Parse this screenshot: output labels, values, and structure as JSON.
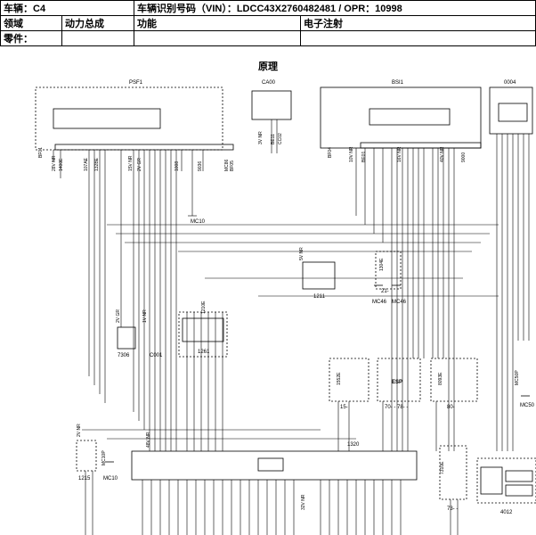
{
  "header": {
    "vehicle_label": "车辆：C4",
    "vin_label": "车辆识别号码（VIN）：LDCC43X2760482481 / OPR：10998",
    "domain_label": "领域",
    "domain_value": "动力总成",
    "function_label": "功能",
    "function_value": "电子注射",
    "parts_label": "零件："
  },
  "diagram": {
    "title": "原理",
    "components": {
      "psf1": "PSF1",
      "ca00": "CA00",
      "bsi1": "BSI1",
      "c0004": "0004",
      "c1211": "1211",
      "c7306": "7306",
      "c0001": "C001",
      "c1261": "1261",
      "c1215": "1215",
      "c1320": "1320",
      "c4012": "4012",
      "g21": "21-",
      "g15": "15-",
      "g70": "70- - 78- -",
      "g80": "80-",
      "g73": "73- -"
    },
    "grounds": {
      "mc10a": "MC10",
      "mc10b": "MC10",
      "mc46a": "MC46",
      "mc46b": "MC46",
      "mc50": "MC50"
    },
    "badges": {
      "esp": "ESP"
    },
    "wire_labels": {
      "w1": "BF01",
      "w2": "28V NR",
      "w3": "1400E",
      "w4": "107AE",
      "w5": "132BE",
      "w6": "15V NR",
      "w7": "2V GR",
      "w8": "1008",
      "w9": "9036",
      "w10": "CC02",
      "w11": "BE11",
      "w12": "3V NR",
      "w13": "BF04",
      "w14": "10V NR",
      "w15": "BE01",
      "w16": "16V NR",
      "w17": "40V NR",
      "w18": "9000",
      "w19": "5V NR",
      "w20": "2V GR",
      "w21": "1V NR",
      "w22": "2V NR",
      "w23": "48V NR",
      "w24": "32V NR",
      "w25": "7310E",
      "w26": "1304E",
      "w27": "1552E",
      "w28": "8093E",
      "w29": "MC50P",
      "w30": "MC10P",
      "w31": "1210E",
      "w32": "BF05",
      "w33": "MC86"
    }
  }
}
